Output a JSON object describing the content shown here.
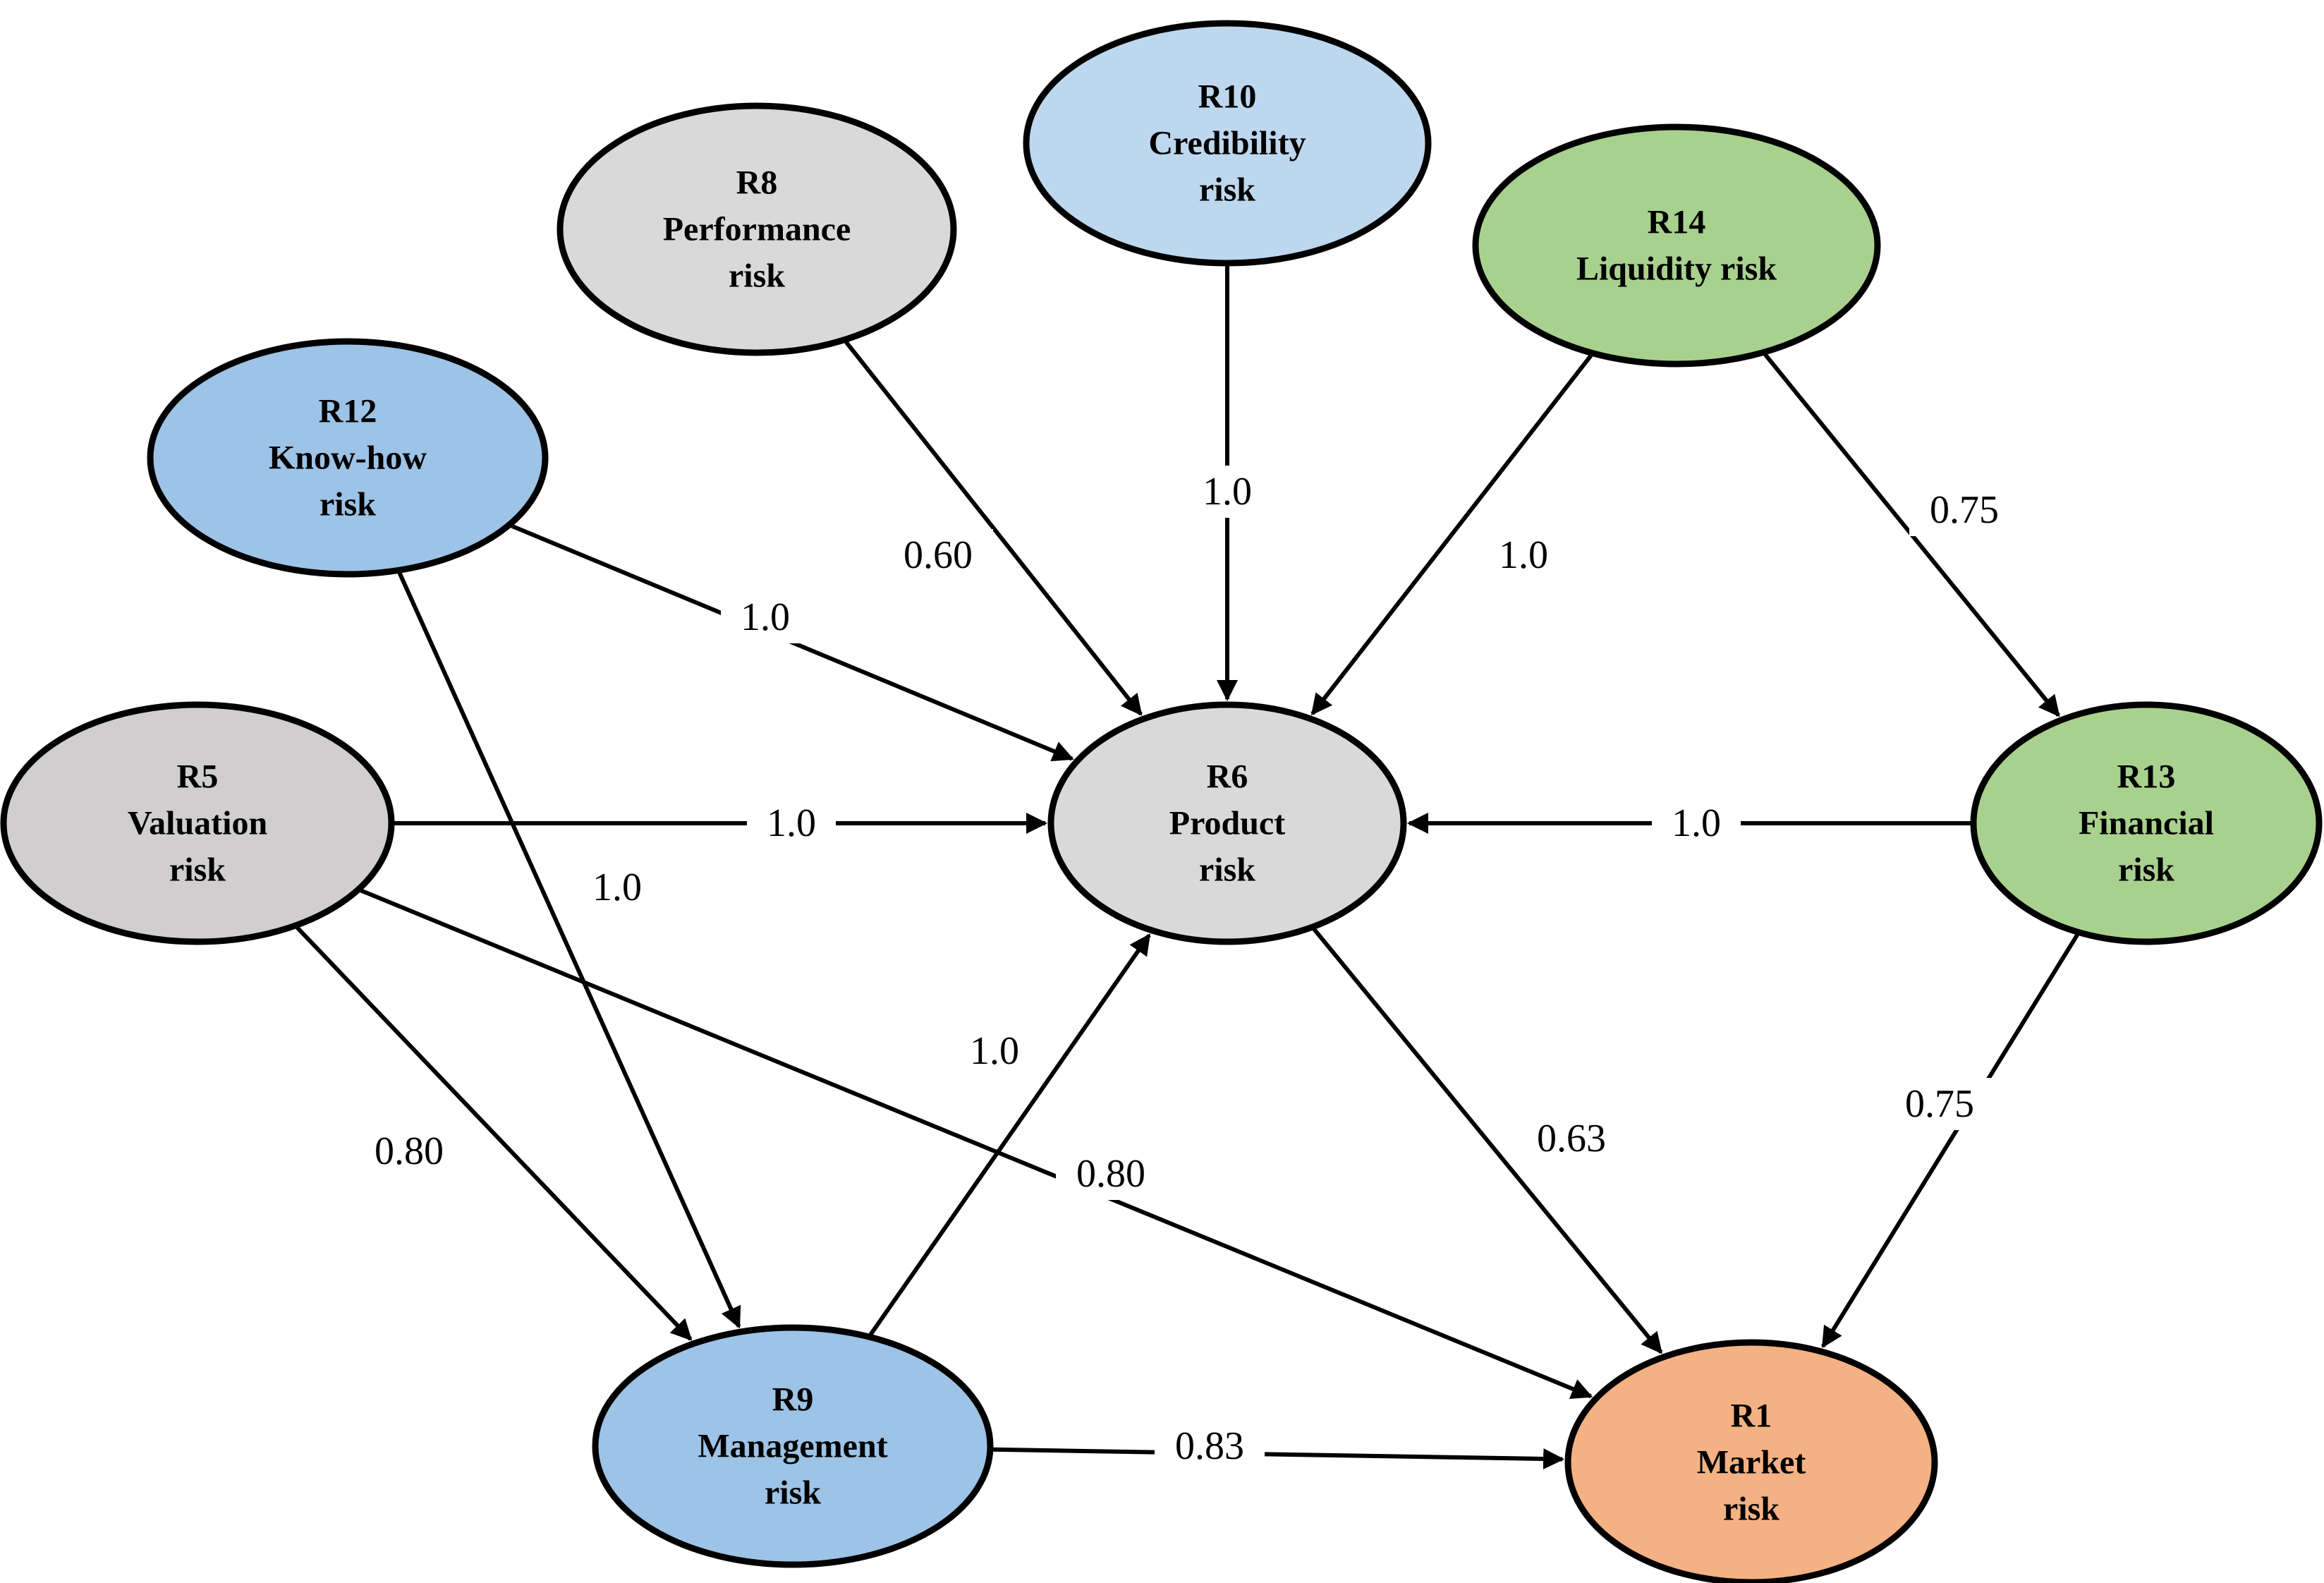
{
  "nodes": [
    {
      "id": "R8",
      "code": "R8",
      "lines": [
        "Performance",
        "risk"
      ],
      "color": "#d9d9d9"
    },
    {
      "id": "R10",
      "code": "R10",
      "lines": [
        "Credibility",
        "risk"
      ],
      "color": "#bdd7ee"
    },
    {
      "id": "R14",
      "code": "R14",
      "lines": [
        "Liquidity risk"
      ],
      "color": "#a9d18e"
    },
    {
      "id": "R12",
      "code": "R12",
      "lines": [
        "Know-how",
        "risk"
      ],
      "color": "#9dc3e6"
    },
    {
      "id": "R5",
      "code": "R5",
      "lines": [
        "Valuation",
        "risk"
      ],
      "color": "#d0cece"
    },
    {
      "id": "R6",
      "code": "R6",
      "lines": [
        "Product",
        "risk"
      ],
      "color": "#d9d9d9"
    },
    {
      "id": "R13",
      "code": "R13",
      "lines": [
        "Financial",
        "risk"
      ],
      "color": "#a9d18e"
    },
    {
      "id": "R9",
      "code": "R9",
      "lines": [
        "Management",
        "risk"
      ],
      "color": "#9dc3e6"
    },
    {
      "id": "R1",
      "code": "R1",
      "lines": [
        "Market",
        "risk"
      ],
      "color": "#f4b183"
    }
  ],
  "edges": [
    {
      "from": "R8",
      "to": "R6",
      "label": "0.60"
    },
    {
      "from": "R10",
      "to": "R6",
      "label": "1.0"
    },
    {
      "from": "R14",
      "to": "R6",
      "label": "1.0"
    },
    {
      "from": "R14",
      "to": "R13",
      "label": "0.75"
    },
    {
      "from": "R12",
      "to": "R6",
      "label": "1.0"
    },
    {
      "from": "R12",
      "to": "R9",
      "label": "1.0"
    },
    {
      "from": "R5",
      "to": "R6",
      "label": "1.0"
    },
    {
      "from": "R5",
      "to": "R9",
      "label": "0.80"
    },
    {
      "from": "R5",
      "to": "R1",
      "label": "0.80"
    },
    {
      "from": "R13",
      "to": "R6",
      "label": "1.0"
    },
    {
      "from": "R13",
      "to": "R1",
      "label": "0.75"
    },
    {
      "from": "R9",
      "to": "R6",
      "label": "1.0"
    },
    {
      "from": "R6",
      "to": "R1",
      "label": "0.63"
    },
    {
      "from": "R9",
      "to": "R1",
      "label": "0.83"
    }
  ]
}
